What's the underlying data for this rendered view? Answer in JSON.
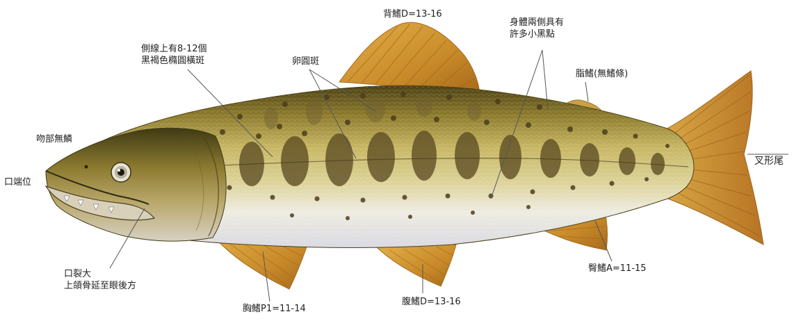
{
  "labels": {
    "dorsal_fin": "背鰭D=13-16",
    "black_spots": [
      "身體兩側具有",
      "許多小黑點"
    ],
    "lateral_line": [
      "側線上有8-12個",
      "黑褐色橢圓橫斑"
    ],
    "oval_spots": "卵圓斑",
    "adipose_fin": "脂鰭(無鰭條)",
    "snout": "吻部無鱗",
    "mouth_position": "口端位",
    "forked_tail": "叉形尾",
    "mouth_size": [
      "口裂大",
      "上頜骨延至眼後方"
    ],
    "pectoral_fin": "胸鰭P1=11-14",
    "pelvic_fin": "腹鰭D=13-16",
    "anal_fin": "臀鰭A=11-15"
  },
  "colors": {
    "back": "#5e5018",
    "body_mid": "#c9b761",
    "belly": "#ece9df",
    "fin": "#c98c2c",
    "spot": "#6b5a32",
    "leader": "#555555"
  }
}
